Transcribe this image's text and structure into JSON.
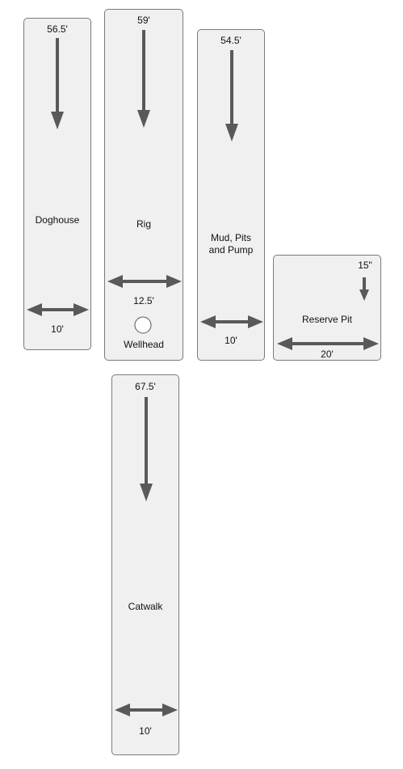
{
  "doghouse": {
    "name": "Doghouse",
    "length": "56.5'",
    "width": "10'"
  },
  "rig": {
    "name": "Rig",
    "length": "59'",
    "width": "12.5'",
    "wellhead": "Wellhead"
  },
  "mud": {
    "name_line1": "Mud, Pits",
    "name_line2": "and Pump",
    "length": "54.5'",
    "width": "10'"
  },
  "reserve": {
    "name": "Reserve Pit",
    "depth": "15\"",
    "width": "20'"
  },
  "catwalk": {
    "name": "Catwalk",
    "length": "67.5'",
    "width": "10'"
  },
  "colors": {
    "box_fill": "#f0f0f0",
    "box_border": "#7a7a7a",
    "arrow": "#595959"
  }
}
